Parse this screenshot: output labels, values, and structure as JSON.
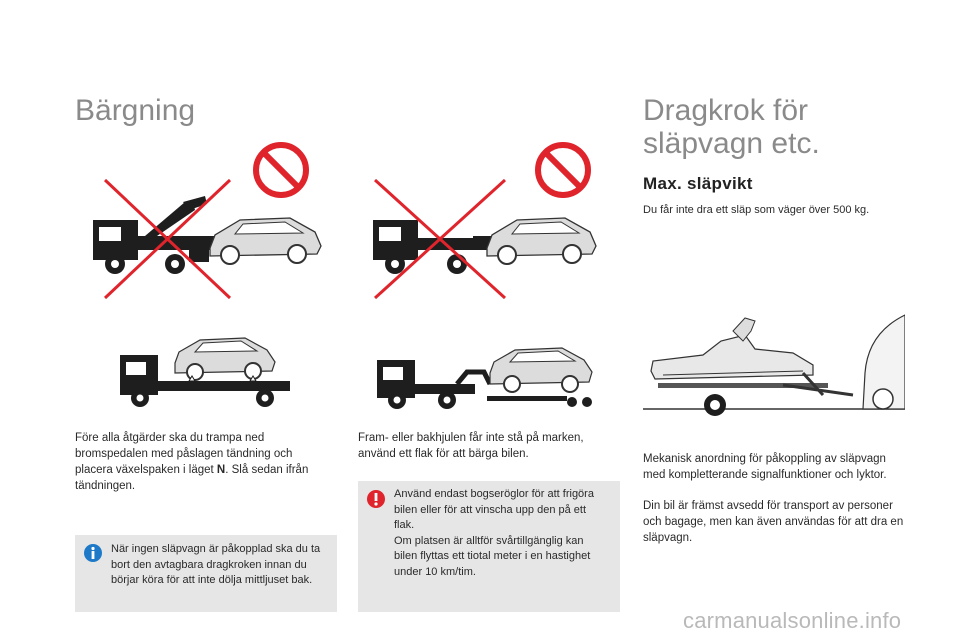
{
  "left": {
    "title": "Bärgning",
    "body_line1": "Före alla åtgärder ska du trampa ned",
    "body_line2": "bromspedalen med påslagen tändning och",
    "body_line3_pre": "placera växelspaken i läget ",
    "body_line3_bold": "N",
    "body_line3_post": ". Slå sedan ifrån",
    "body_line4": "tändningen.",
    "info_note": "När ingen släpvagn är påkopplad ska du ta bort den avtagbara dragkroken innan du börjar köra för att inte dölja mittljuset bak."
  },
  "middle": {
    "body": "Fram- eller bakhjulen får inte stå på marken, använd ett flak för att bärga bilen.",
    "warning_note_1": "Använd endast bogseröglor för att frigöra bilen eller för att vinscha upp den på ett flak.",
    "warning_note_2": "Om platsen är alltför svårtillgänglig kan bilen flyttas ett tiotal meter i en hastighet under 10 km/tim."
  },
  "right": {
    "title_line1": "Dragkrok för",
    "title_line2": "släpvagn etc.",
    "subtitle": "Max. släpvikt",
    "weight_text": "Du får inte dra ett släp som väger över 500 kg.",
    "body_1": "Mekanisk anordning för påkoppling av släpvagn med kompletterande signalfunktioner och lyktor.",
    "body_2": "Din bil är främst avsedd för transport av personer och bagage, men kan även användas för att dra en släpvagn."
  },
  "watermark": "carmanualsonline.info",
  "colors": {
    "prohibition_red": "#e0242c",
    "cross_red": "#e0242c",
    "title_grey": "#8a8a8a",
    "note_bg": "#e6e6e6",
    "info_blue": "#1e7ac8",
    "warning_red": "#e0242c"
  }
}
